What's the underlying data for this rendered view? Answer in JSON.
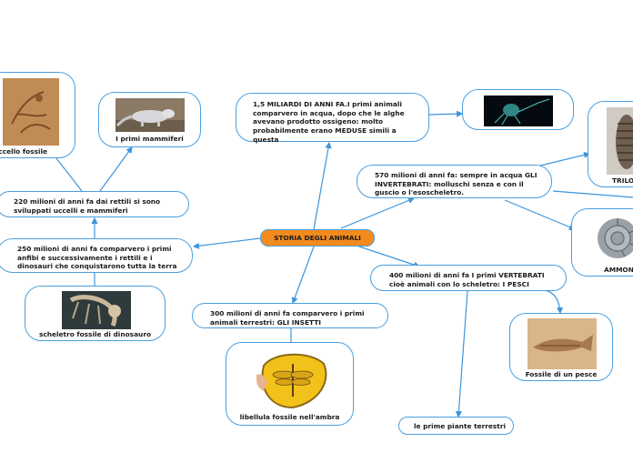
{
  "colors": {
    "line": "#3d95dc",
    "border": "#4a9fe0",
    "center_fill": "#f28a1e"
  },
  "center": {
    "label": "STORIA DEGLI ANIMALI"
  },
  "nodes": {
    "miliardi": "1,5 MILIARDI DI ANNI FA.I primi animali\ncomparvero in acqua, dopo che le alghe\navevano prodotto ossigeno: molto\nprobabilmente erano MEDUSE simili a\nquesta",
    "invertebrati": "570 milioni di anni fa: sempre in acqua GLI\nINVERTEBRATI: molluschi senza e con il\nguscio o l'esoscheletro.",
    "vertebrati": "400 milioni di anni fa I primi VERTEBRATI\ncioè animali con lo scheletro: I PESCI",
    "insetti": "300 milioni di anni fa comparvero i primi\nanimali terrestri: GLI INSETTI",
    "anfibi": "250 milioni di anni fa comparvero i primi\nanfibi e successivamente i rettili e i\ndinosauri che conquistarono tutta la terra",
    "uccelli": "220 milioni di anni fa dai rettili si sono\nsviluppati uccelli e mammiferi",
    "piante": "le prime piante terrestri"
  },
  "images": {
    "uccello": {
      "caption": "uccello fossile",
      "icon": "fossil-bird-image"
    },
    "mammiferi": {
      "caption": "I primi mammiferi",
      "icon": "mammal-image"
    },
    "medusa": {
      "caption": "",
      "icon": "jellyfish-image"
    },
    "trilobite": {
      "caption": "TRILO",
      "icon": "trilobite-image"
    },
    "ammonite": {
      "caption": "AMMONI",
      "icon": "ammonite-image"
    },
    "pesce": {
      "caption": "Fossile di un pesce",
      "icon": "fish-fossil-image"
    },
    "libellula": {
      "caption": "libellula fossile nell'ambra",
      "icon": "amber-dragonfly-image"
    },
    "dinosauro": {
      "caption": "scheletro fossile di dinosauro",
      "icon": "dinosaur-skeleton-image"
    }
  }
}
